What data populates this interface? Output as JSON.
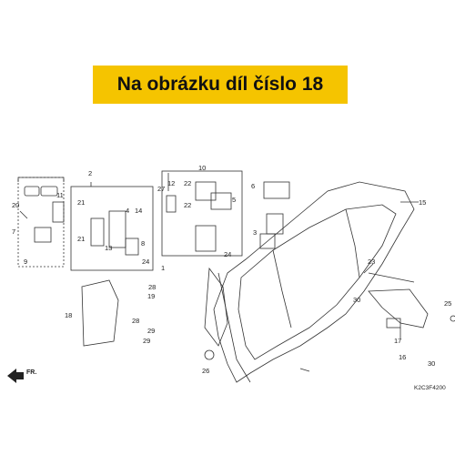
{
  "banner": {
    "text": "Na obrázku díl číslo 18"
  },
  "diagram": {
    "code": "K2C3F4200",
    "direction": "FR.",
    "callouts": [
      "1",
      "2",
      "3",
      "4",
      "5",
      "6",
      "7",
      "8",
      "9",
      "10",
      "11",
      "12",
      "13",
      "14",
      "15",
      "16",
      "17",
      "18",
      "19",
      "20",
      "21",
      "22",
      "23",
      "24",
      "25",
      "26",
      "27",
      "28",
      "29",
      "30"
    ]
  },
  "colors": {
    "banner": "#f5c400",
    "line": "#222222"
  }
}
